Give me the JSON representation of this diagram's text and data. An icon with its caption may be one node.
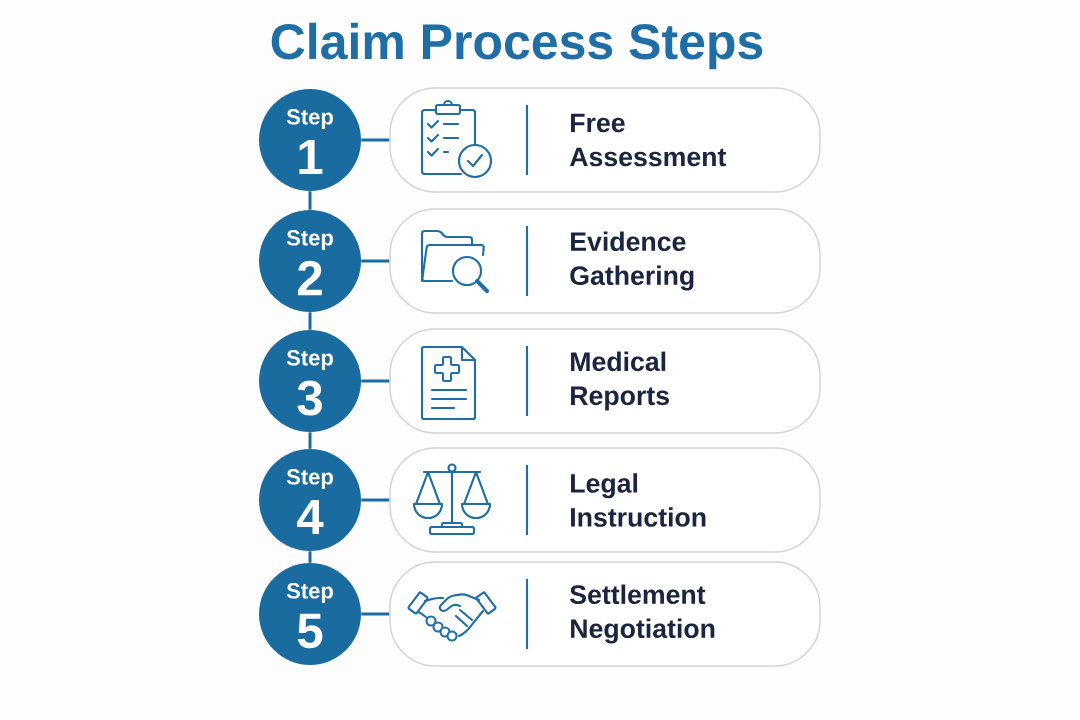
{
  "diagram": {
    "title": "Claim Process Steps",
    "nodes": [
      {
        "text": [
          "Step",
          "1"
        ]
      },
      {
        "text": [
          "Free Assessment"
        ]
      },
      {
        "text": [
          "Step",
          "2"
        ]
      },
      {
        "text": [
          "Evidence Gathering"
        ]
      },
      {
        "text": [
          "Step",
          "3"
        ]
      },
      {
        "text": [
          "Medical Reports"
        ]
      },
      {
        "text": [
          "Step",
          "4"
        ]
      },
      {
        "text": [
          "Legal Instruction"
        ]
      },
      {
        "text": [
          "Step",
          "5"
        ]
      },
      {
        "text": [
          "Settlement Negotiation"
        ]
      }
    ],
    "edges": [
      {
        "from": 0,
        "to": 1,
        "arrow": "none"
      },
      {
        "from": 0,
        "to": 2,
        "arrow": "none"
      },
      {
        "from": 2,
        "to": 3,
        "arrow": "none"
      },
      {
        "from": 2,
        "to": 4,
        "arrow": "none"
      },
      {
        "from": 4,
        "to": 5,
        "arrow": "none"
      },
      {
        "from": 4,
        "to": 6,
        "arrow": "none"
      },
      {
        "from": 6,
        "to": 7,
        "arrow": "none"
      },
      {
        "from": 6,
        "to": 8,
        "arrow": "none"
      },
      {
        "from": 8,
        "to": 9,
        "arrow": "none"
      }
    ]
  }
}
